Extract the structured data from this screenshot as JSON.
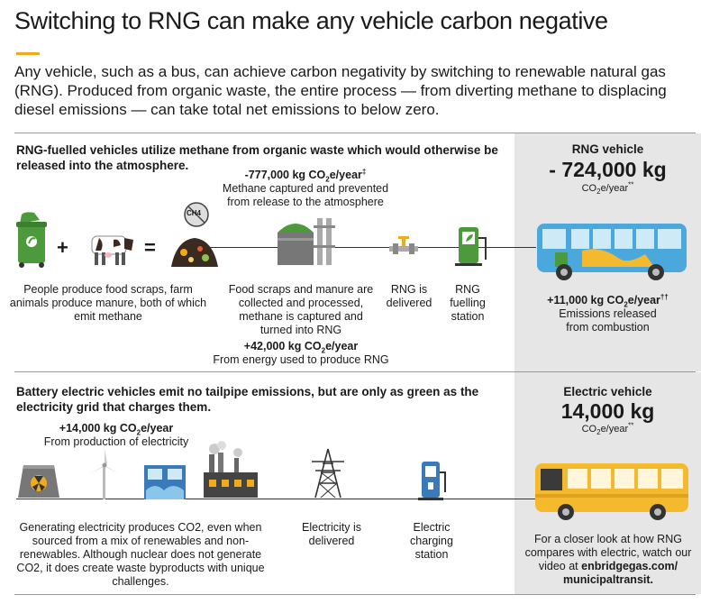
{
  "title": "Switching to RNG can make any vehicle carbon negative",
  "intro": "Any vehicle, such as a bus, can achieve carbon negativity by switching to renewable natural gas (RNG). Produced from organic waste, the entire process — from diverting methane to displacing diesel emissions — can take total net emissions to below zero.",
  "colors": {
    "accent": "#f0ab1c",
    "bus_blue": "#4aa8dc",
    "bus_yellow": "#f5b92e",
    "panel_gray": "#e6e6e6",
    "icon_green": "#4c9a3c"
  },
  "rng": {
    "heading": "RNG-fuelled vehicles utilize methane from organic waste which would otherwise be released into the atmosphere.",
    "captured_value": "-777,000 kg CO",
    "captured_unit": "e/year",
    "captured_mark": "‡",
    "captured_desc": "Methane captured and prevented from release to the atmosphere",
    "plus_sign": "+",
    "equals_sign": "=",
    "ch4_label": "CH4",
    "people_text": "People produce food scraps, farm animals produce manure, both of which emit methane",
    "process_text": "Food scraps and manure are collected and processed, methane is captured and turned into RNG",
    "delivered_text": "RNG is delivered",
    "station_text": "RNG fuelling station",
    "production_value": "+42,000 kg CO",
    "production_unit": "e/year",
    "production_desc": "From energy used to produce RNG",
    "panel_title": "RNG vehicle",
    "panel_value": "- 724,000 kg",
    "panel_unit_a": "CO",
    "panel_unit_b": "e/year",
    "panel_mark": "**",
    "combustion_value": "+11,000 kg CO",
    "combustion_unit": "e/year",
    "combustion_mark": "††",
    "combustion_desc": "Emissions released from combustion"
  },
  "ev": {
    "heading": "Battery electric vehicles emit no tailpipe emissions, but are only as green as the electricity grid that charges them.",
    "production_value": "+14,000 kg CO",
    "production_unit": "e/year",
    "production_desc": "From production of electricity",
    "generating_text": "Generating electricity produces CO2, even when sourced from a mix of renewables and non-renewables. Although nuclear does not generate CO2, it does create waste byproducts with unique challenges.",
    "delivered_text": "Electricity is delivered",
    "station_text": "Electric charging station",
    "panel_title": "Electric vehicle",
    "panel_value": "14,000 kg",
    "panel_unit_a": "CO",
    "panel_unit_b": "e/year",
    "panel_mark": "**",
    "closer_text": "For a closer look at how RNG compares with electric, watch our video at ",
    "closer_link": "enbridgegas.com/ municipaltransit."
  },
  "sub_two": "2"
}
